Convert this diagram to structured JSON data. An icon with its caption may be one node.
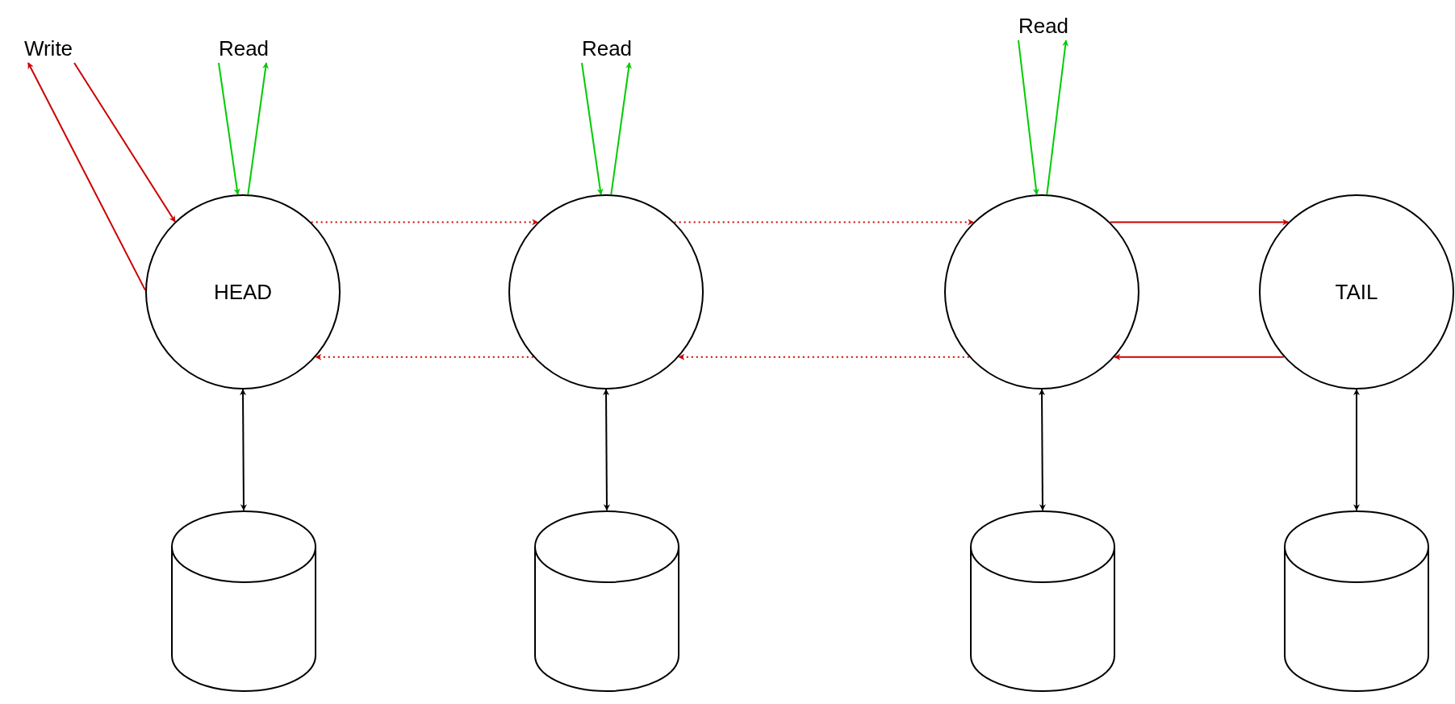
{
  "diagram": {
    "nodes": [
      {
        "text": [
          "Write"
        ]
      },
      {
        "text": [
          "Read"
        ]
      },
      {
        "text": [
          "HEAD"
        ]
      },
      {
        "text": [
          "Read"
        ]
      },
      {
        "text": [],
        "shape": "circle"
      },
      {
        "text": [
          "Read"
        ]
      },
      {
        "text": [],
        "shape": "circle"
      },
      {
        "text": [
          "TAIL"
        ]
      },
      {
        "text": [],
        "shape": "cylinder"
      },
      {
        "text": [],
        "shape": "cylinder"
      },
      {
        "text": [],
        "shape": "cylinder"
      },
      {
        "text": [],
        "shape": "cylinder"
      }
    ],
    "edges": [
      {
        "from": 0,
        "to": 2,
        "arrow": "to"
      },
      {
        "from": 2,
        "to": 0,
        "arrow": "to"
      },
      {
        "from": 1,
        "to": 2,
        "arrow": "to",
        "color": "#00cc00"
      },
      {
        "from": 2,
        "to": 1,
        "arrow": "to",
        "color": "#00cc00"
      },
      {
        "from": 3,
        "to": 4,
        "arrow": "to",
        "color": "#00cc00"
      },
      {
        "from": 4,
        "to": 3,
        "arrow": "to",
        "color": "#00cc00"
      },
      {
        "from": 5,
        "to": 6,
        "arrow": "to",
        "color": "#00cc00"
      },
      {
        "from": 6,
        "to": 5,
        "arrow": "to",
        "color": "#00cc00"
      },
      {
        "from": 2,
        "to": 4,
        "arrow": "to",
        "style": "dashed"
      },
      {
        "from": 4,
        "to": 6,
        "arrow": "to",
        "style": "dashed"
      },
      {
        "from": 6,
        "to": 7,
        "arrow": "to"
      },
      {
        "from": 7,
        "to": 6,
        "arrow": "to"
      },
      {
        "from": 6,
        "to": 4,
        "arrow": "to",
        "style": "dashed"
      },
      {
        "from": 4,
        "to": 2,
        "arrow": "to",
        "style": "dashed"
      },
      {
        "from": 2,
        "to": 8,
        "arrow": "both",
        "color": "#000000"
      },
      {
        "from": 4,
        "to": 9,
        "arrow": "both",
        "color": "#000000"
      },
      {
        "from": 6,
        "to": 10,
        "arrow": "both",
        "color": "#000000"
      },
      {
        "from": 7,
        "to": 11,
        "arrow": "both",
        "color": "#000000"
      }
    ]
  }
}
